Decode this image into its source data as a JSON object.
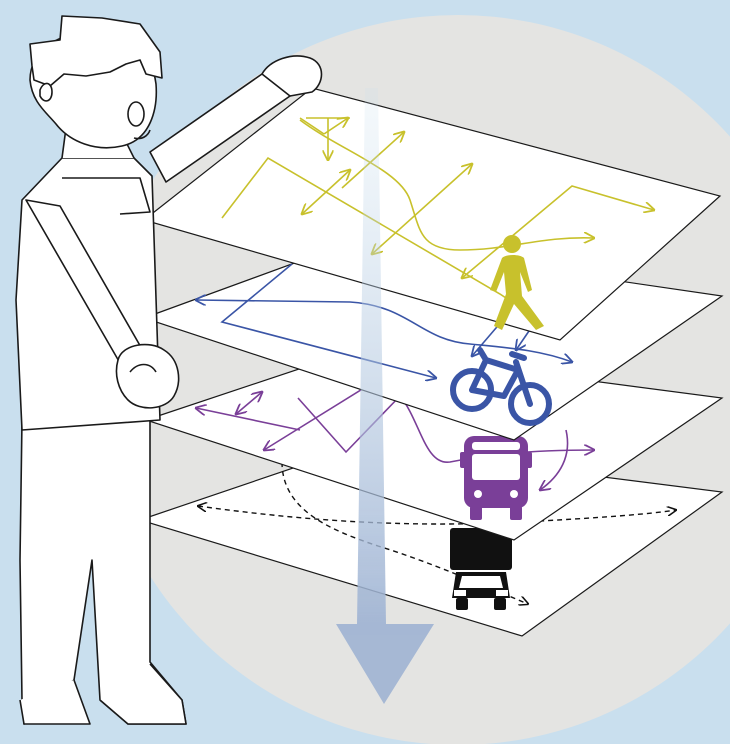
{
  "colors": {
    "background": "#c9dfee",
    "circle": "#e4e4e2",
    "arrow": "#9fb3d3",
    "pedestrian": "#c8c12c",
    "bicycle": "#3a55a6",
    "bus": "#7a3f98",
    "truck": "#111111",
    "plane_fill": "#ffffff",
    "outline": "#1a1a1a"
  },
  "layers": [
    {
      "mode": "pedestrian",
      "icon": "pedestrian-icon"
    },
    {
      "mode": "bicycle",
      "icon": "bicycle-icon"
    },
    {
      "mode": "bus",
      "icon": "bus-icon"
    },
    {
      "mode": "truck",
      "icon": "truck-icon"
    }
  ]
}
